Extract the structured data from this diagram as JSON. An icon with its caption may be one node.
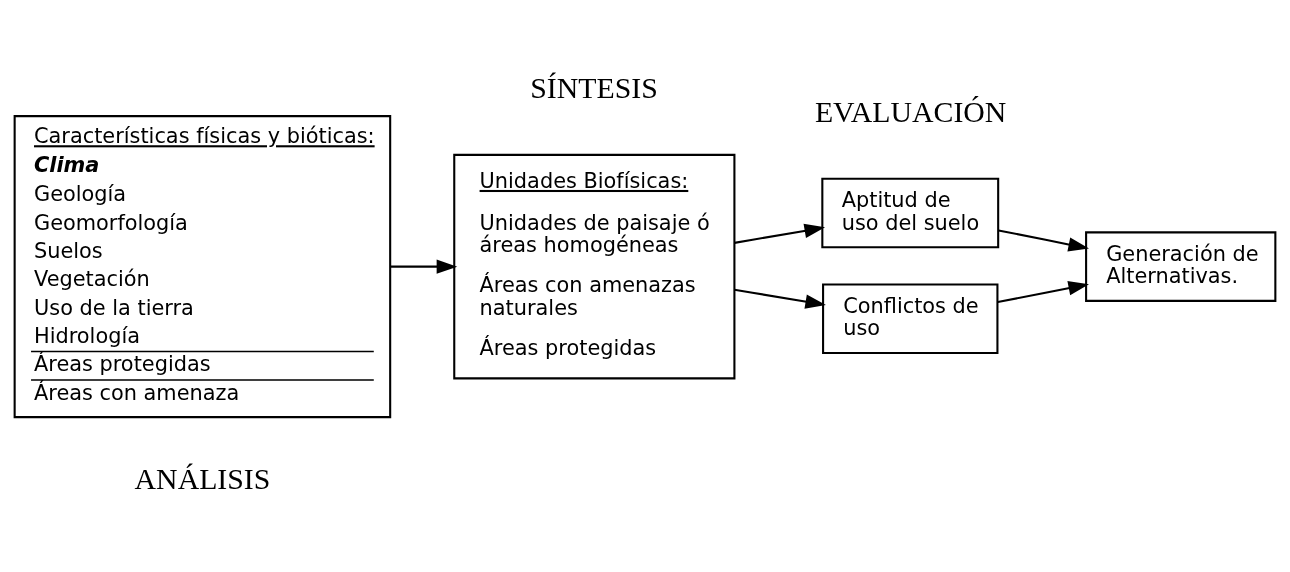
{
  "diagram": {
    "nodes": [
      {
        "text": [
          "Características físicas y bióticas:",
          "Clima",
          "Geología",
          "Geomorfología",
          "Suelos",
          "Vegetación",
          "Uso de la tierra",
          "Hidrología",
          "Áreas protegidas",
          "Áreas con amenaza"
        ]
      },
      {
        "text": [
          "Unidades Biofísicas:",
          "Unidades de paisaje ó áreas homogéneas",
          "Áreas con amenazas naturales",
          "Áreas protegidas"
        ]
      },
      {
        "text": [
          "Aptitud de uso del suelo"
        ]
      },
      {
        "text": [
          "Generación de Alternativas."
        ]
      },
      {
        "text": [
          "Conflictos de uso"
        ]
      }
    ],
    "edges": [
      {
        "from": 0,
        "to": 1,
        "arrow": "to"
      },
      {
        "from": 1,
        "to": 2,
        "arrow": "to"
      },
      {
        "from": 1,
        "to": 4,
        "arrow": "to"
      },
      {
        "from": 2,
        "to": 3,
        "arrow": "to"
      },
      {
        "from": 4,
        "to": 3,
        "arrow": "to"
      }
    ],
    "labels": [
      "ANÁLISIS",
      "SÍNTESIS",
      "EVALUACIÓN"
    ]
  }
}
